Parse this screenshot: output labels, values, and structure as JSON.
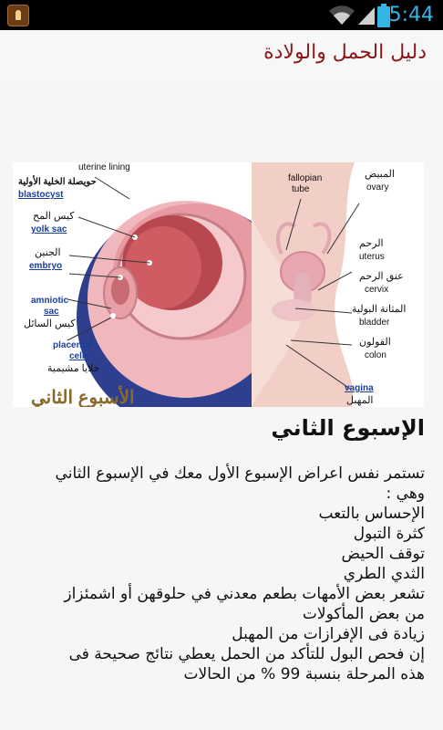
{
  "status_bar": {
    "time": "5:44"
  },
  "header": {
    "title": "دليل الحمل والولادة"
  },
  "figure": {
    "labels_left": {
      "uterine_lining": "uterine lining",
      "morula": "حويصلة الخلية الأولية",
      "blastocyst": "blastocyst",
      "yolk_ar": "كيس المح",
      "yolk_en": "yolk sac",
      "embryo_ar": "الجنين",
      "embryo_en": "embryo",
      "amniotic_en1": "amniotic",
      "amniotic_en2": "sac",
      "amniotic_ar": "كيس السائل",
      "placental_en1": "placental",
      "placental_en2": "cells",
      "placental_ar": "خلايا مشيمية",
      "week_caption": "الأسبوع الثاني"
    },
    "labels_right": {
      "fallopian_en1": "fallopian",
      "fallopian_en2": "tube",
      "ovary_ar": "المبيض",
      "ovary_en": "ovary",
      "uterus_ar": "الرحم",
      "uterus_en": "uterus",
      "cervix_ar": "عنق الرحم",
      "cervix_en": "cervix",
      "bladder_ar": "المثانة البولية",
      "bladder_en": "bladder",
      "colon_ar": "القولون",
      "colon_en": "colon",
      "vagina_en": "vagina",
      "vagina_ar": "المهبل"
    }
  },
  "article": {
    "heading": "الإسبوع الثاني",
    "lines": [
      "تستمر نفس اعراض الإسبوع الأول معك في الإسبوع الثاني",
      "وهي :",
      "الإحساس بالتعب",
      "كثرة التبول",
      "توقف الحيض",
      "الثدي الطري",
      "تشعر بعض الأمهات بطعم معدني في حلوقهن أو اشمئزاز",
      "من بعض المأكولات",
      "زيادة فى الإفرازات من المهبل",
      "إن فحص البول للتأكد من الحمل يعطي نتائج صحيحة فى",
      "هذه المرحلة بنسبة 99 % من الحالات"
    ]
  },
  "colors": {
    "title": "#8a1a1a",
    "clock": "#35b5e5",
    "status_bar": "#000000"
  }
}
